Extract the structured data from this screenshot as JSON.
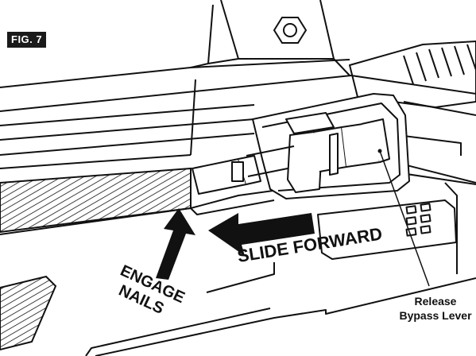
{
  "figure": {
    "label": "FIG. 7"
  },
  "callouts": {
    "slide_forward": "SLIDE FORWARD",
    "engage_line1": "ENGAGE",
    "engage_line2": "NAILS",
    "release_line1": "Release",
    "release_line2": "Bypass Lever"
  },
  "colors": {
    "ink": "#111111",
    "background": "#ffffff",
    "badge": "#1a1a1a"
  }
}
